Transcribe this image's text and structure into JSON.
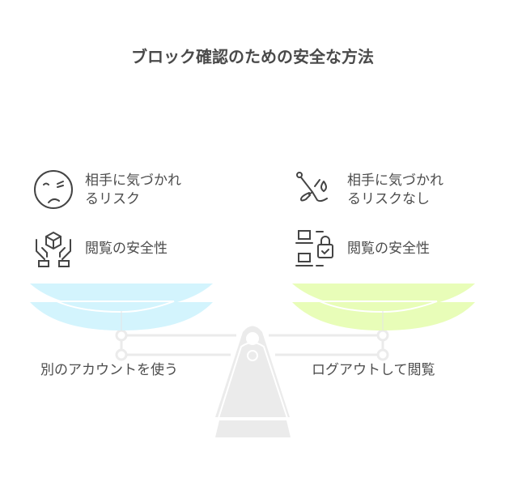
{
  "title": "ブロック確認のための安全な方法",
  "left": {
    "items": [
      {
        "icon": "confused-face-icon",
        "line1": "相手に気づかれ",
        "line2": "るリスク"
      },
      {
        "icon": "hands-holding-box-icon",
        "line1": "閲覧の安全性"
      }
    ],
    "option": "別のアカウントを使う",
    "color": "#d3f4fd"
  },
  "right": {
    "items": [
      {
        "icon": "cut-wire-icon",
        "line1": "相手に気づかれ",
        "line2": "るリスクなし"
      },
      {
        "icon": "laptops-lock-icon",
        "line1": "閲覧の安全性"
      }
    ],
    "option": "ログアウトして閲覧",
    "color": "#e8fdb8"
  }
}
